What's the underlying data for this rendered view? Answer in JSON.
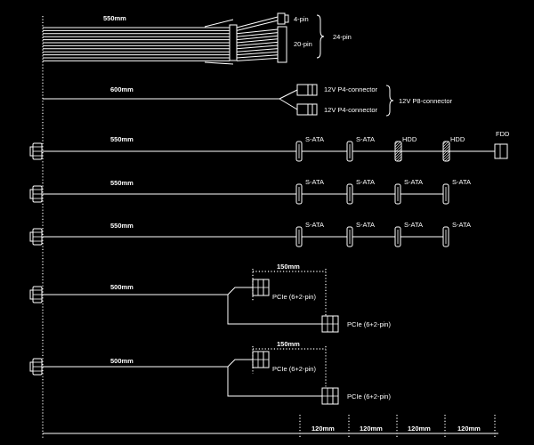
{
  "cables": {
    "atx": {
      "length": "550mm",
      "pin4": "4-pin",
      "pin20": "20-pin",
      "total": "24-pin"
    },
    "cpu": {
      "length": "600mm",
      "p4a": "12V P4-connector",
      "p4b": "12V P4-connector",
      "p8": "12V P8-connector"
    },
    "row1": {
      "length": "550mm",
      "conn": [
        "S-ATA",
        "S-ATA",
        "HDD",
        "HDD"
      ],
      "end": "FDD"
    },
    "row2": {
      "length": "550mm",
      "conn": [
        "S-ATA",
        "S-ATA",
        "S-ATA",
        "S-ATA"
      ]
    },
    "row3": {
      "length": "550mm",
      "conn": [
        "S-ATA",
        "S-ATA",
        "S-ATA",
        "S-ATA"
      ]
    },
    "pcie1": {
      "length": "500mm",
      "ext": "150mm",
      "a": "PCIe (6+2-pin)",
      "b": "PCIe (6+2-pin)"
    },
    "pcie2": {
      "length": "500mm",
      "ext": "150mm",
      "a": "PCIe (6+2-pin)",
      "b": "PCIe (6+2-pin)"
    }
  },
  "scale": [
    "120mm",
    "120mm",
    "120mm",
    "120mm"
  ]
}
